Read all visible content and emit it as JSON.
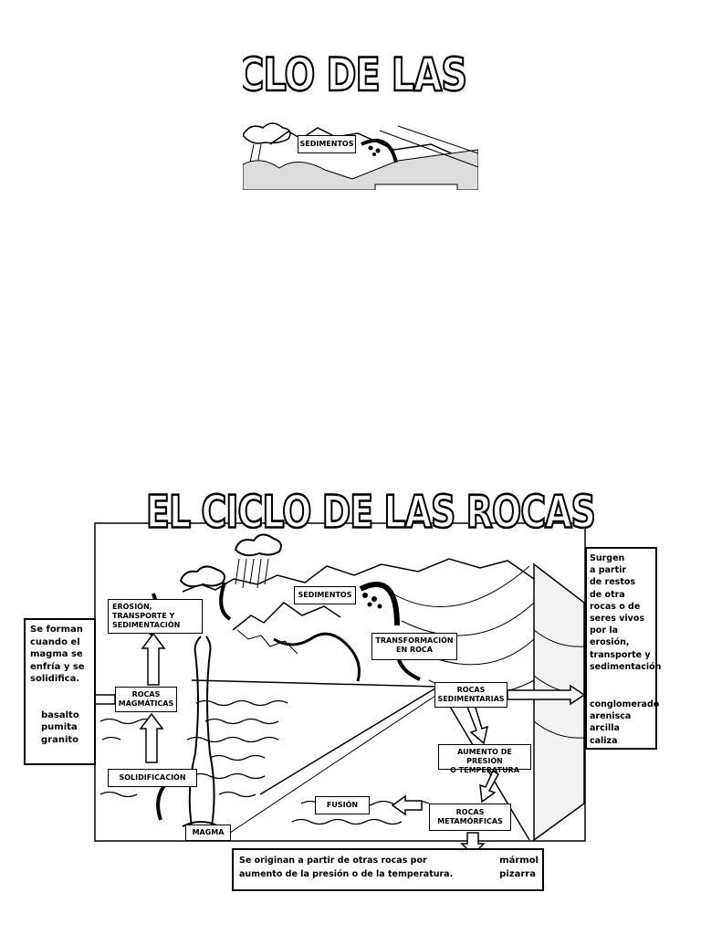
{
  "title": "EL CICLO DE LAS ROCAS",
  "title_crop": "CLO DE LAS ROC",
  "thumbnail": {
    "label": "SEDIMENTOS"
  },
  "diagram": {
    "labels": {
      "sedimentos": "SEDIMENTOS",
      "erosion": "EROSIÓN,\nTRANSPORTE Y\nSEDIMENTACIÓN",
      "transformacion": "TRANSFORMACIÓN\nEN ROCA",
      "rocas_magmaticas": "ROCAS\nMAGMÁTICAS",
      "rocas_sedimentarias": "ROCAS\nSEDIMENTARIAS",
      "aumento": "AUMENTO DE PRESIÓN\nO TEMPERATURA",
      "solidificacion": "SOLIDIFICACIÓN",
      "fusion": "FUSIÓN",
      "rocas_metamorficas": "ROCAS\nMETAMÓRFICAS",
      "magma": "MAGMA"
    },
    "left_box": {
      "text": "Se forman\ncuando el\nmagma se\nenfría y se\nsolidifica.",
      "examples": "basalto\npumita\ngranito"
    },
    "right_box": {
      "text": "Surgen\na partir\nde restos\nde otra\nrocas o de\nseres vivos\npor la\nerosión,\ntransporte y\nsedimentación",
      "examples": "conglomerado\narenisca\narcilla\ncaliza"
    },
    "bottom_box": {
      "text": "Se originan a partir de otras rocas por\naumento de la presión o de la temperatura.",
      "examples": "mármol\npizarra"
    }
  }
}
